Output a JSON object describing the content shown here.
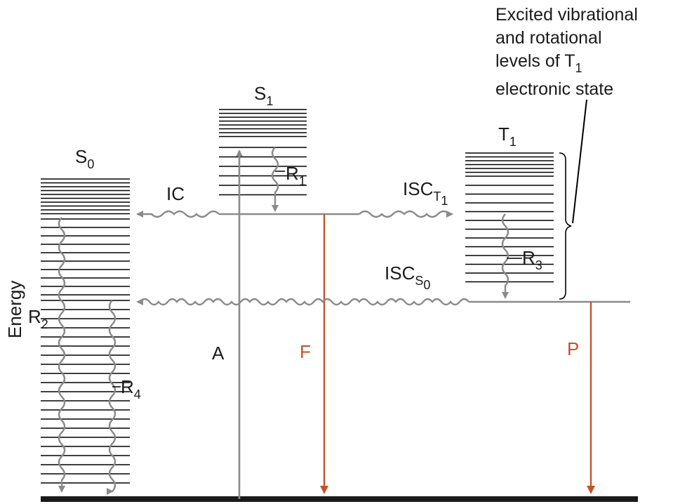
{
  "states": {
    "s0": {
      "letter": "S",
      "sub": "0"
    },
    "s1": {
      "letter": "S",
      "sub": "1"
    },
    "t1": {
      "letter": "T",
      "sub": "1"
    }
  },
  "processes": {
    "ic": "IC",
    "isc_t1": {
      "main": "ISC",
      "sub": "T",
      "subsub": "1"
    },
    "isc_s0": {
      "main": "ISC",
      "sub": "S",
      "subsub": "0"
    },
    "absorption": "A",
    "fluorescence": "F",
    "phosphorescence": "P"
  },
  "relaxations": {
    "r1": {
      "letter": "R",
      "sub": "1"
    },
    "r2": {
      "letter": "R",
      "sub": "2"
    },
    "r3": {
      "letter": "R",
      "sub": "3"
    },
    "r4": {
      "letter": "R",
      "sub": "4"
    }
  },
  "axis_label": "Energy",
  "annotation": {
    "line1": "Excited vibrational",
    "line2": "and rotational",
    "line3_pre": "levels of T",
    "line3_sub": "1",
    "line4": "electronic state"
  },
  "colors": {
    "emission": "#c5522a",
    "transition": "#8a8a8a",
    "level": "#000000"
  }
}
